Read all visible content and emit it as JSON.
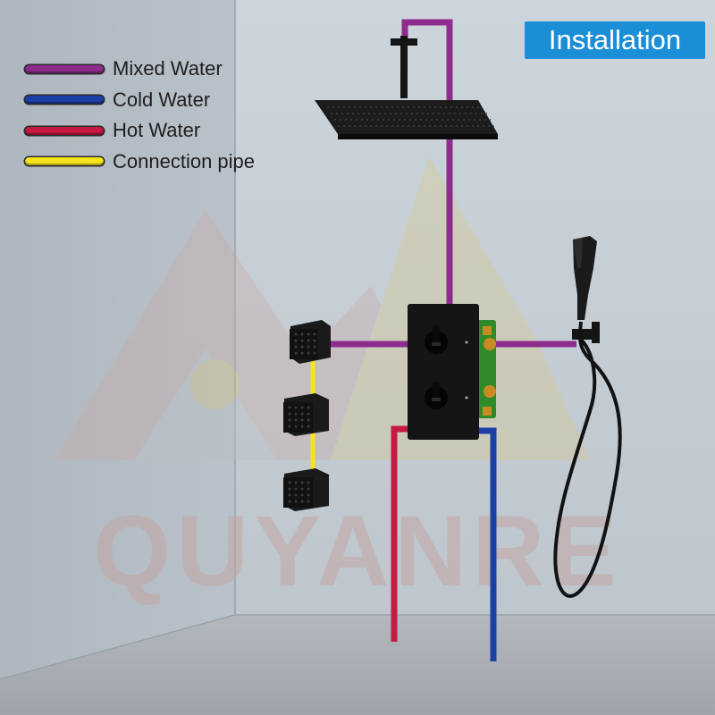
{
  "badge": {
    "label": "Installation"
  },
  "watermark": {
    "text": "QUYANRE"
  },
  "legend": [
    {
      "label": "Mixed Water",
      "color": "#8e2c8e",
      "key": "mixed"
    },
    {
      "label": "Cold Water",
      "color": "#1c3fa6",
      "key": "cold"
    },
    {
      "label": "Hot Water",
      "color": "#c41a43",
      "key": "hot"
    },
    {
      "label": "Connection pipe",
      "color": "#f5e51b",
      "key": "connection"
    }
  ],
  "colors": {
    "wall_left": "#b9c1c8",
    "wall_back": "#c9d1d8",
    "floor": "#a9afb5",
    "fixture": "#141414",
    "brass": "#c98b24",
    "valve_body": "#2f8a2a"
  }
}
